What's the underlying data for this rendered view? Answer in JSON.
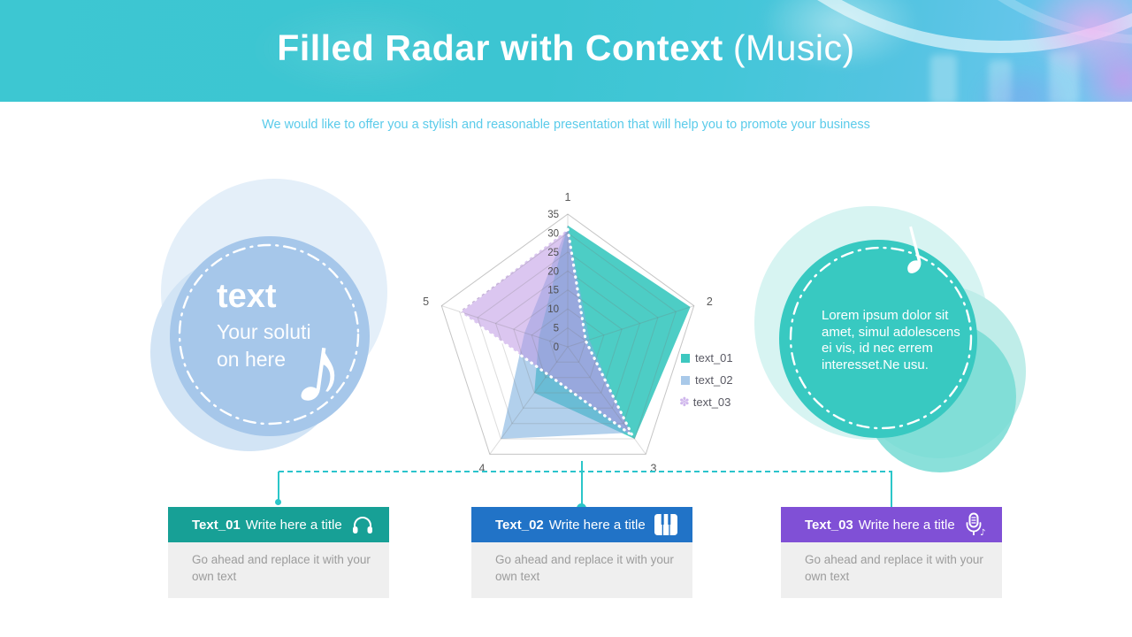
{
  "theme": {
    "banner_color": "#3DC7D2",
    "accent_teal": "#2BC4CC",
    "white": "#FFFFFF"
  },
  "header": {
    "title_bold": "Filled Radar with Context",
    "title_light": "(Music)",
    "subtitle": "We would like to offer you a stylish and reasonable presentation that will help you to promote your business"
  },
  "left_bubble": {
    "title": "text",
    "line1": "Your soluti",
    "line2": "on here"
  },
  "right_bubble": {
    "lines": [
      "Lorem ipsum dolor sit",
      "amet, simul adolescens",
      "ei vis, id nec errem",
      "interesset.Ne usu."
    ]
  },
  "chart_data": {
    "type": "radar",
    "categories": [
      "1",
      "2",
      "3",
      "4",
      "5"
    ],
    "max": 35,
    "ticks": [
      0,
      5,
      10,
      15,
      20,
      25,
      30,
      35
    ],
    "gridlines": true,
    "legend_position": "right",
    "series": [
      {
        "name": "text_01",
        "values": [
          32,
          34,
          30,
          15,
          8
        ],
        "fill": "#2EC4BB",
        "fill_opacity": 0.85,
        "legend_color": "#3EC8C0",
        "legend_marker": "square",
        "outline": "none"
      },
      {
        "name": "text_02",
        "values": [
          32,
          6,
          28,
          30,
          12
        ],
        "fill": "#7FB0DF",
        "fill_opacity": 0.6,
        "legend_color": "#A9C9E9",
        "legend_marker": "square",
        "outline": "none"
      },
      {
        "name": "text_03",
        "values": [
          31,
          5,
          29,
          9,
          30
        ],
        "fill": "#BD97E3",
        "fill_opacity": 0.55,
        "legend_color": "#CFB6EC",
        "legend_marker": "star",
        "outline": "white-dotted"
      }
    ]
  },
  "cards": [
    {
      "tag": "Text_01",
      "title": "Write here a title",
      "body": "Go ahead and replace it with your own text",
      "color": "#17A096",
      "icon": "headphones-icon"
    },
    {
      "tag": "Text_02",
      "title": "Write here a title",
      "body": "Go ahead and replace it with your own text",
      "color": "#2173C7",
      "icon": "piano-icon"
    },
    {
      "tag": "Text_03",
      "title": "Write here a title",
      "body": "Go ahead and replace it with your own text",
      "color": "#8050D6",
      "icon": "microphone-icon"
    }
  ]
}
